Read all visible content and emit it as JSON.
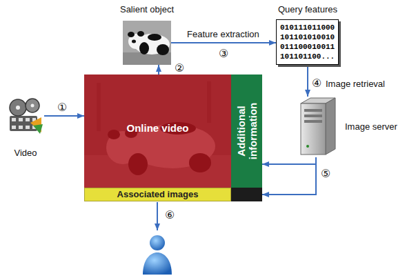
{
  "diagram": {
    "nodes": [
      {
        "text": [
          "Salient object"
        ]
      },
      {
        "text": [
          "Query features",
          "010111011000 101101010010 011100010011 101101100..."
        ]
      },
      {
        "text": [
          "Video"
        ]
      },
      {
        "text": [
          "Online video"
        ]
      },
      {
        "text": [
          "Additional information"
        ]
      },
      {
        "text": [
          "Image server"
        ]
      },
      {
        "text": [
          "Associated images"
        ]
      }
    ],
    "edges": [
      {
        "from": 2,
        "to": 3,
        "arrow": "to",
        "label": "①"
      },
      {
        "from": 3,
        "to": 0,
        "arrow": "to",
        "label": "②"
      },
      {
        "from": 0,
        "to": 1,
        "arrow": "to",
        "label": "Feature extraction"
      },
      {
        "from": 1,
        "to": 5,
        "arrow": "to",
        "label": "Image retrieval"
      },
      {
        "from": 5,
        "to": 4,
        "arrow": "to"
      },
      {
        "from": 5,
        "to": 6,
        "arrow": "to"
      }
    ],
    "labels": [
      "③",
      "④",
      "⑤",
      "⑥"
    ]
  }
}
